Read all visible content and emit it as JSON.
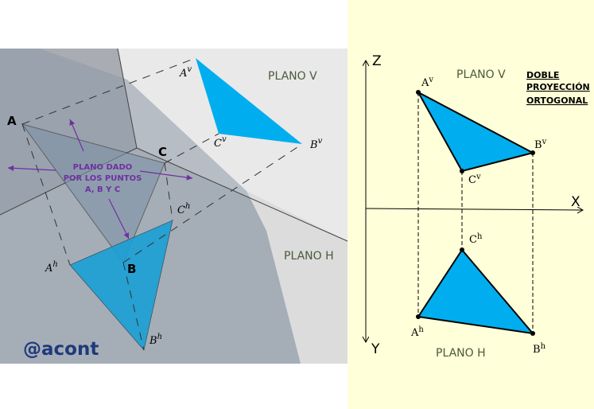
{
  "left": {
    "points": {
      "A": "A",
      "B": "B",
      "C": "C"
    },
    "proj": {
      "Av": [
        "A",
        "v"
      ],
      "Bv": [
        "B",
        "v"
      ],
      "Cv": [
        "C",
        "v"
      ],
      "Ah": [
        "A",
        "h"
      ],
      "Bh": [
        "B",
        "h"
      ],
      "Ch": [
        "C",
        "h"
      ]
    },
    "plano_v": "PLANO V",
    "plano_h": "PLANO H",
    "plane_caption": [
      "PLANO DADO",
      "POR LOS PUNTOS",
      "A, B Y C"
    ],
    "watermark": "@acont"
  },
  "right": {
    "axis_z": "Z",
    "axis_x": "X",
    "axis_y": "Y",
    "plano_v": "PLANO V",
    "plano_h": "PLANO H",
    "title": [
      "DOBLE",
      "PROYECCIÓN",
      "ORTOGONAL"
    ],
    "proj": {
      "Av": [
        "A",
        "v"
      ],
      "Bv": [
        "B",
        "v"
      ],
      "Cv": [
        "C",
        "v"
      ],
      "Ah": [
        "A",
        "h"
      ],
      "Bh": [
        "B",
        "h"
      ],
      "Ch": [
        "C",
        "h"
      ]
    }
  },
  "colors": {
    "triangle": "#00aeef",
    "background_right": "#ffffd9",
    "caption": "#7030a0",
    "watermark": "#1f3a7a",
    "plane_label": "#4a5a3a"
  }
}
